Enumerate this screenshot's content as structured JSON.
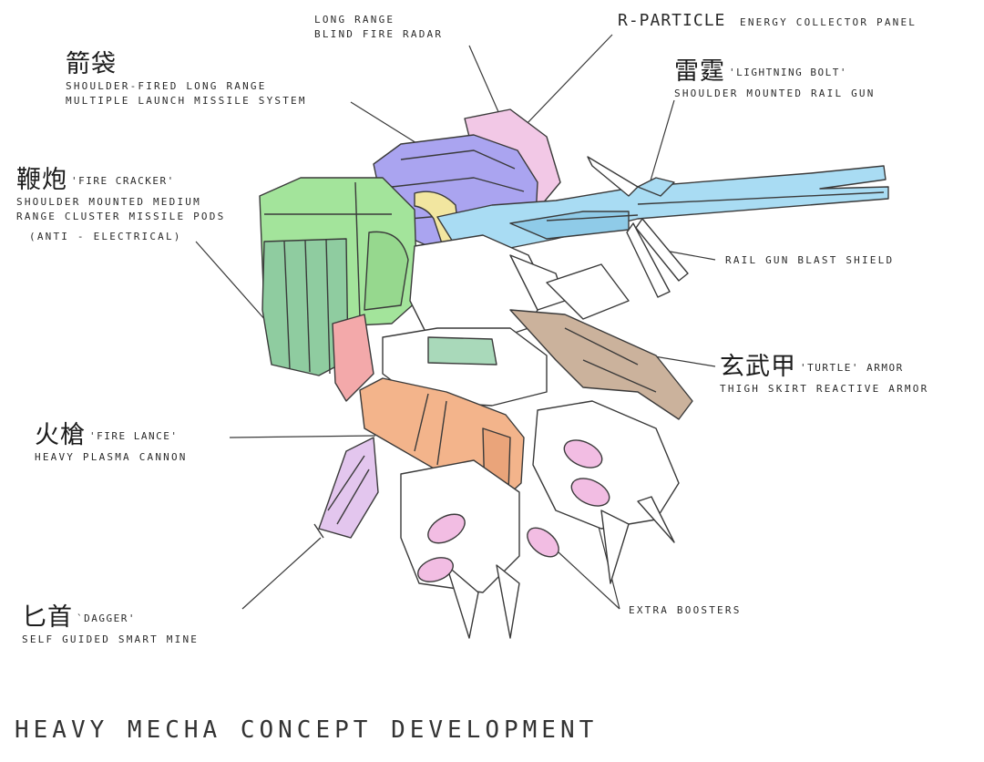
{
  "title": "HEAVY MECHA CONCEPT DEVELOPMENT",
  "callouts": {
    "radar": {
      "line1": "LONG RANGE",
      "line2": "BLIND FIRE RADAR"
    },
    "r_particle": {
      "name": "R-PARTICLE",
      "desc": "ENERGY COLLECTOR PANEL"
    },
    "arrow_bag": {
      "cjk": "箭袋",
      "line1": "SHOULDER-FIRED LONG RANGE",
      "line2": "MULTIPLE LAUNCH MISSILE SYSTEM"
    },
    "thunder": {
      "cjk": "雷霆",
      "alias": "'LIGHTNING BOLT'",
      "line1": "SHOULDER MOUNTED RAIL GUN"
    },
    "firecracker": {
      "cjk": "鞭炮",
      "alias": "'FIRE CRACKER'",
      "line1": "SHOULDER MOUNTED MEDIUM",
      "line2": "RANGE CLUSTER MISSILE PODS",
      "line3": "(ANTI - ELECTRICAL)"
    },
    "blast_shield": {
      "line1": "RAIL GUN BLAST SHIELD"
    },
    "turtle": {
      "cjk": "玄武甲",
      "alias": "'TURTLE' ARMOR",
      "line1": "THIGH SKIRT REACTIVE ARMOR"
    },
    "fire_lance": {
      "cjk": "火槍",
      "alias": "'FIRE LANCE'",
      "line1": "HEAVY PLASMA CANNON"
    },
    "dagger": {
      "cjk": "匕首",
      "alias": "`DAGGER'",
      "line1": "SELF GUIDED SMART MINE"
    },
    "boosters": {
      "line1": "EXTRA BOOSTERS"
    }
  },
  "colors": {
    "missile_green": "#9fe29a",
    "radar_purple": "#a8a2f0",
    "railgun_blue": "#a8dcf2",
    "cannon_orange": "#f2b48a",
    "armor_brown": "#c9b09a",
    "booster_pink": "#f0b8e0",
    "accent_red": "#f0a8a8",
    "panel_yellow": "#f2e6a0"
  }
}
